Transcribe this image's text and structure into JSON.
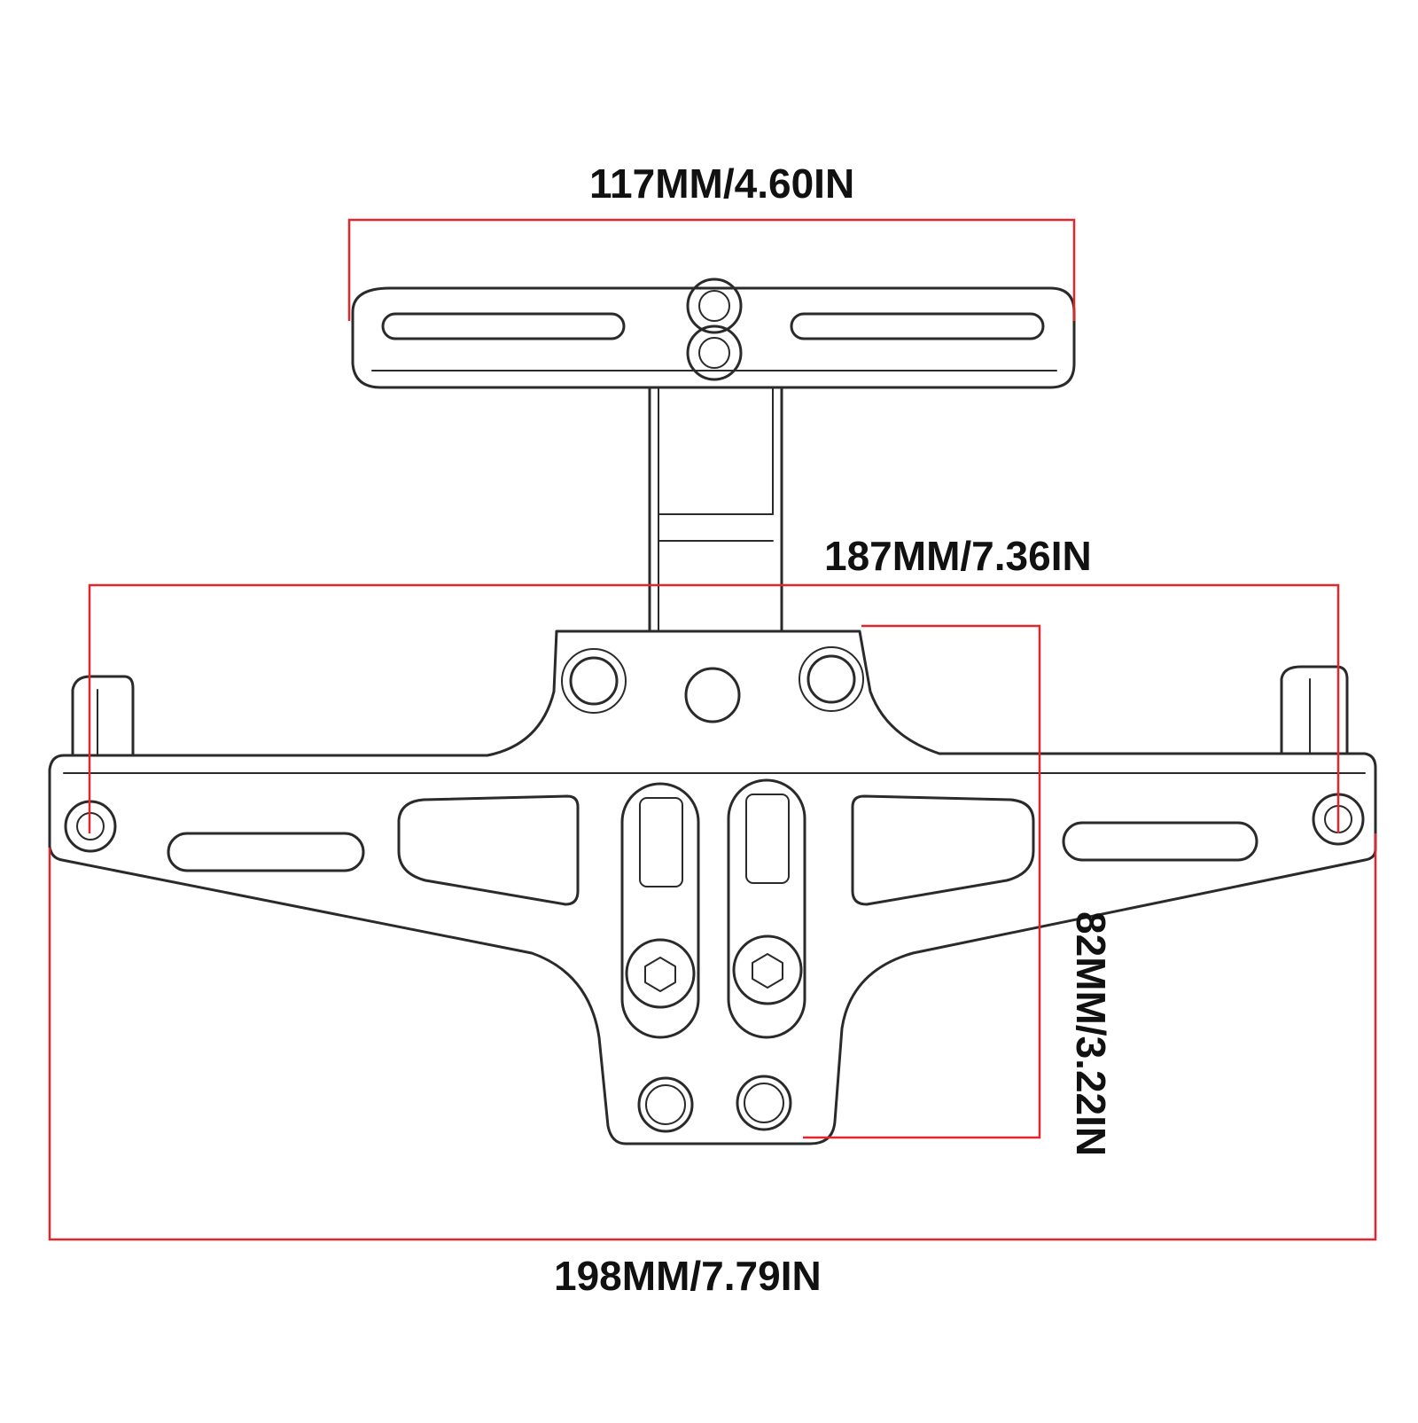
{
  "dimensions": {
    "top_width": "117MM/4.60IN",
    "mount_width": "187MM/7.36IN",
    "plate_height": "82MM/3.22IN",
    "overall_width": "198MM/7.79IN"
  },
  "colors": {
    "dimension_line": "#e3262e",
    "outline": "#2a2a2a",
    "background": "#ffffff"
  }
}
